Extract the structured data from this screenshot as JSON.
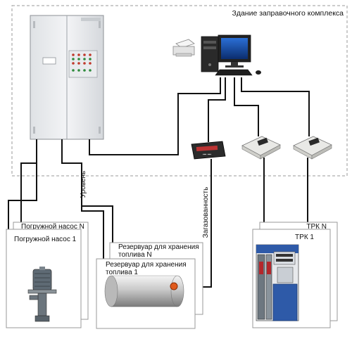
{
  "diagram": {
    "building_label": "Здание заправочного комплекса",
    "pump_n_label": "Погружной насос N",
    "pump_1_label": "Погружной насос 1",
    "tank_n_label": [
      "Резервуар для хранения",
      "топлива N"
    ],
    "tank_1_label": [
      "Резервуар для хранения",
      "топлива 1"
    ],
    "dispenser_n_label": "ТРК N",
    "dispenser_1_label": "ТРК 1",
    "wire_level_label": "Уровень",
    "wire_gas_label": "Загазованность",
    "controller_display": "▪▪▪ ▪▪▪",
    "colors": {
      "wire": "#111111",
      "building_border": "#9a9a9a",
      "cabinet": "#eceef0",
      "tank": "#d7d7d7",
      "sensor": "#e05a1c",
      "dispenser": "#2e5aa8"
    }
  }
}
